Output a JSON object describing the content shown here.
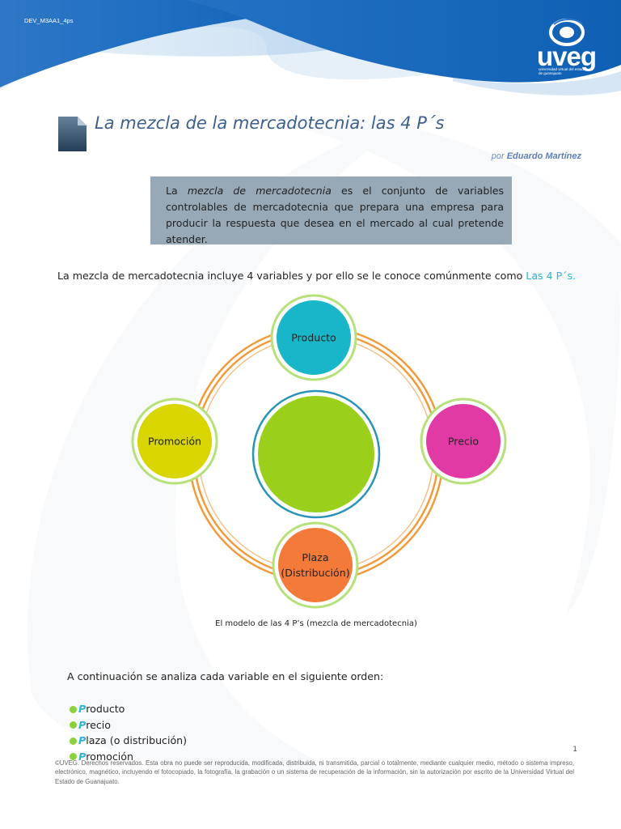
{
  "header": {
    "doc_code": "DEV_M3AA1_4ps",
    "logo_word": "uveg",
    "logo_tagline": "universidad virtual del estado de guanajuato"
  },
  "title": "La mezcla de la mercadotecnia: las 4 P´s",
  "byline": {
    "prefix": "por",
    "author": "Eduardo Martínez"
  },
  "definition": {
    "pre": "La ",
    "term": "mezcla de mercadotecnia",
    "post": " es el conjunto de variables controlables de mercadotecnia que prepara una empresa para producir la respuesta que desea en el mercado al cual pretende atender."
  },
  "intro": {
    "text": "La mezcla de mercadotecnia incluye 4 variables y por ello se le conoce comúnmente como ",
    "highlight": "Las 4 P´s."
  },
  "diagram": {
    "nodes": [
      {
        "label": "Producto",
        "color": "#19b6c9"
      },
      {
        "label": "Precio",
        "color": "#e23aa4"
      },
      {
        "label": "Plaza (Distribución)",
        "line1": "Plaza",
        "line2": "(Distribución)",
        "color": "#f47a3a"
      },
      {
        "label": "Promoción",
        "color": "#d8d500"
      }
    ],
    "center_color": "#9ad01c",
    "ring_color": "#f29b3b",
    "caption": "El modelo de las 4 P’s (mezcla de mercadotecnia)"
  },
  "order_intro": "A continuación se analiza cada variable en el siguiente orden:",
  "order_list": [
    {
      "initial": "P",
      "rest": "roducto"
    },
    {
      "initial": "P",
      "rest": "recio"
    },
    {
      "initial": "P",
      "rest": "laza (o distribución)"
    },
    {
      "initial": "P",
      "rest": "romoción"
    }
  ],
  "page_number": "1",
  "footer": "©UVEG. Derechos reservados. Esta obra no puede ser reproducida, modificada, distribuida, ni transmitida, parcial o totalmente, mediante cualquier medio, método o sistema impreso, electrónico, magnético, incluyendo el fotocopiado, la fotografía, la grabación o un sistema de recuperación de la información, sin la autorización por escrito de la Universidad Virtual del Estado de Guanajuato."
}
